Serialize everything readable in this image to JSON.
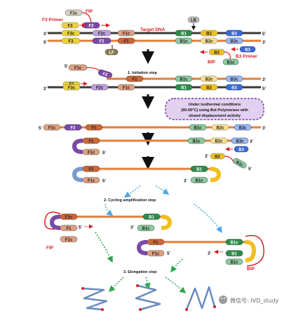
{
  "labels": {
    "fip": "FIP",
    "f3_primer": "F3 Primer",
    "lb": "LB",
    "target_dna": "Target DNA",
    "lf": "LF",
    "b3_primer": "B3 Primer",
    "bip": "BIP",
    "initiation": "1. Initiation step",
    "isothermal_1": "Under isothermal conditions",
    "isothermal_2": "(60-65°C) using Bst Polymerase with",
    "isothermal_3": "strand displacement activity",
    "cycling": "2. Cycling amplification step",
    "elongation": "3. Elongation step",
    "fip_bottom": "FIP",
    "bip_bottom": "BIP",
    "watermark": "微信号: IVD_study"
  },
  "segments": {
    "f3": "F3",
    "f3c": "F3c",
    "f2": "F2",
    "f2c": "F2c",
    "f1": "F1",
    "f1c": "F1c",
    "b1": "B1",
    "b1c": "B1c",
    "b2": "B2",
    "b2c": "B2c",
    "b3": "B3",
    "b3c": "B3c"
  },
  "ends": {
    "five": "5'",
    "three": "3'"
  },
  "colors": {
    "strand_orange": "#e07f3a",
    "strand_dark": "#3a3a3a",
    "f3": "#ecd23a",
    "f2": "#7a4aa6",
    "f1": "#c9683a",
    "b1": "#2e8b4a",
    "b2": "#f0c020",
    "b3": "#3a6bd0",
    "lf": "#8b7a4a",
    "arrow_red": "#d81c24",
    "cycle_blue": "#4aa8e8",
    "cycle_green": "#2aa84a",
    "callout_fill": "#e2d0f0",
    "callout_stroke": "#7a3aa6"
  }
}
